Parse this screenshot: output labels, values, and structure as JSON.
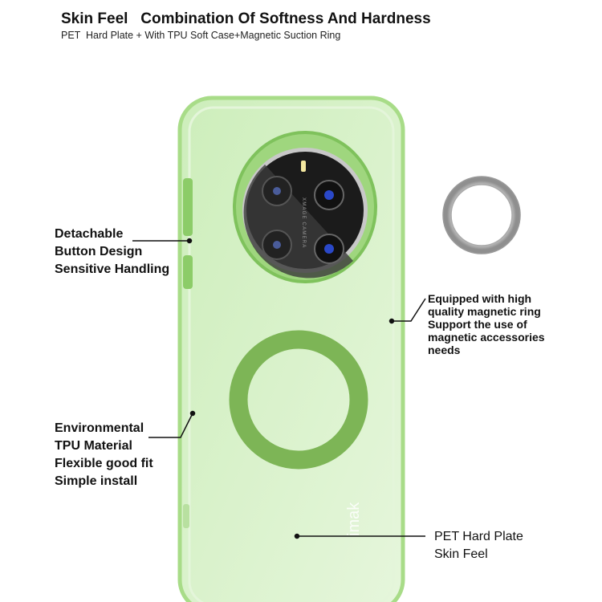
{
  "header": {
    "title": "Skin Feel   Combination Of Softness And Hardness",
    "subtitle": "PET  Hard Plate + With TPU Soft Case+Magnetic Suction Ring"
  },
  "callouts": {
    "buttons": [
      "Detachable",
      "Button Design",
      "Sensitive Handling"
    ],
    "magnetic": [
      "Equipped with high",
      "quality magnetic ring",
      "Support the use of",
      "magnetic accessories",
      "needs"
    ],
    "material": [
      "Environmental",
      "TPU Material",
      "Flexible good fit",
      "Simple install"
    ],
    "plate": [
      "PET Hard Plate",
      "Skin Feel"
    ]
  },
  "product": {
    "brand_logo": "imak",
    "camera_text": "XMAGE CAMERA",
    "colors": {
      "case": "#d6efc6",
      "case_edge": "#9fd67e",
      "magnetic_ring": "#7db556",
      "camera": "#1a1a1a",
      "metal_ring": "#a9a9a9"
    }
  }
}
